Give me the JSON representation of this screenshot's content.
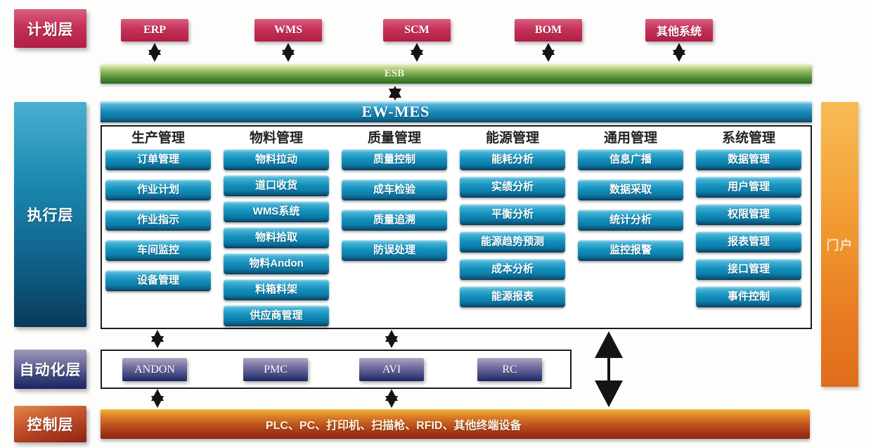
{
  "layers": {
    "planning": "计划层",
    "execution": "执行层",
    "automation": "自动化层",
    "control": "控制层"
  },
  "planning_systems": [
    "ERP",
    "WMS",
    "SCM",
    "BOM",
    "其他系统"
  ],
  "esb": {
    "label": "ESB"
  },
  "mes": {
    "title": "EW-MES"
  },
  "portal": {
    "label": "门户"
  },
  "modules": [
    {
      "header": "生产管理",
      "items": [
        "订单管理",
        "作业计划",
        "作业指示",
        "车间监控",
        "设备管理"
      ]
    },
    {
      "header": "物料管理",
      "items": [
        "物料拉动",
        "道口收货",
        "WMS系统",
        "物料拾取",
        "物料Andon",
        "料箱料架",
        "供应商管理"
      ]
    },
    {
      "header": "质量管理",
      "items": [
        "质量控制",
        "成车检验",
        "质量追溯",
        "防误处理"
      ]
    },
    {
      "header": "能源管理",
      "items": [
        "能耗分析",
        "实绩分析",
        "平衡分析",
        "能源趋势预测",
        "成本分析",
        "能源报表"
      ]
    },
    {
      "header": "通用管理",
      "items": [
        "信息广播",
        "数据采取",
        "统计分析",
        "监控报警"
      ]
    },
    {
      "header": "系统管理",
      "items": [
        "数据管理",
        "用户管理",
        "权限管理",
        "报表管理",
        "接口管理",
        "事件控制"
      ]
    }
  ],
  "automation_systems": [
    "ANDON",
    "PMC",
    "AVI",
    "RC"
  ],
  "control_bar": {
    "label": "PLC、PC、打印机、扫描枪、RFID、其他终端设备"
  },
  "colors": {
    "planning_red": "#b01f44",
    "esb_green": "#4f8f35",
    "mes_blue": "#1b89b6",
    "module_button_teal": "#1492be",
    "automation_purple": "#1d2761",
    "portal_orange": "#ee8a28",
    "control_orange": "#c2571f"
  }
}
